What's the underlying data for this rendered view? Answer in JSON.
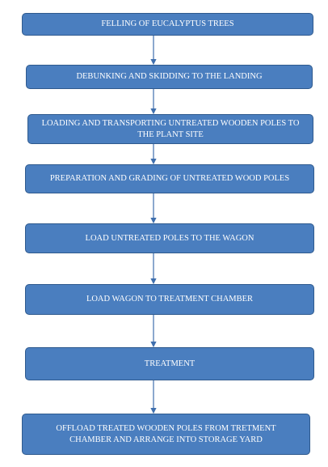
{
  "flowchart": {
    "steps": [
      "FELLING OF EUCALYPTUS TREES",
      "DEBUNKING AND SKIDDING TO THE LANDING",
      "LOADING AND TRANSPORTING UNTREATED WOODEN POLES TO THE PLANT SITE",
      "PREPARATION AND GRADING OF UNTREATED WOOD POLES",
      "LOAD UNTREATED POLES TO THE WAGON",
      "LOAD WAGON TO TREATMENT CHAMBER",
      "TREATMENT",
      "OFFLOAD TREATED WOODEN POLES FROM TRETMENT CHAMBER AND ARRANGE INTO STORAGE YARD"
    ],
    "box_fill": "#4a7ebf",
    "box_border": "#2f5a8e",
    "arrow_color": "#3f6fae"
  }
}
